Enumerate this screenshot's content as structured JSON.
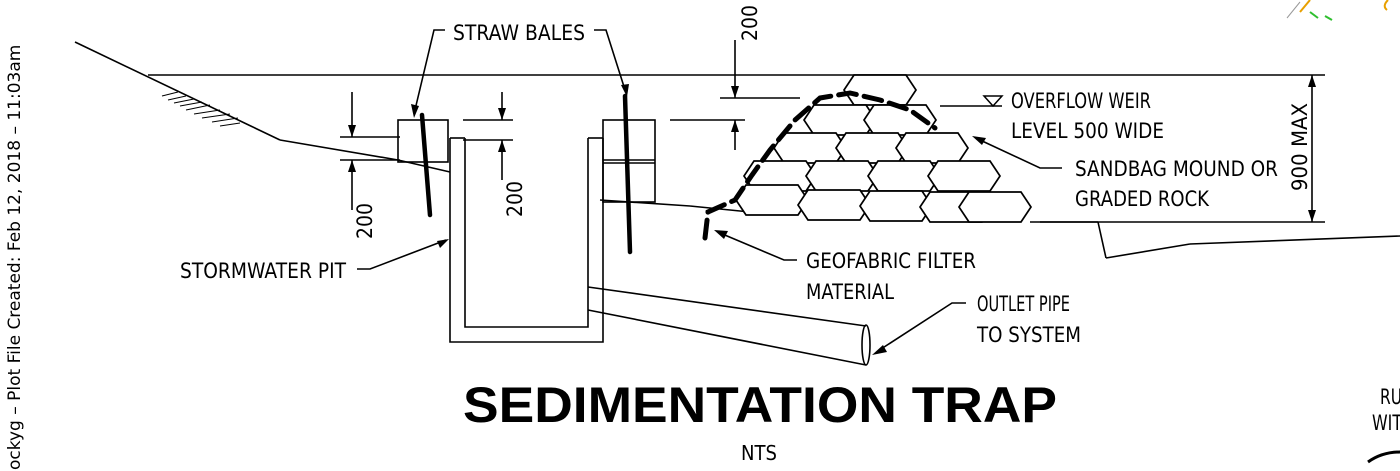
{
  "side_text": "ockyg – Plot File Created:  Feb 12, 2018 – 11:03am",
  "labels": {
    "straw_bales": "STRAW BALES",
    "dim_200_top": "200",
    "dim_200_left": "200",
    "dim_200_pit": "200",
    "overflow_weir_1": "OVERFLOW WEIR",
    "overflow_weir_2": "LEVEL 500 WIDE",
    "sandbag_1": "SANDBAG MOUND OR",
    "sandbag_2": "GRADED ROCK",
    "dim_900": "900 MAX",
    "stormwater_pit": "STORMWATER PIT",
    "geofabric_1": "GEOFABRIC FILTER",
    "geofabric_2": "MATERIAL",
    "outlet_1": "OUTLET PIPE",
    "outlet_2": "TO SYSTEM",
    "corner_1": "RU",
    "corner_2": "WIT"
  },
  "title": "SEDIMENTATION TRAP",
  "subtitle": "NTS"
}
